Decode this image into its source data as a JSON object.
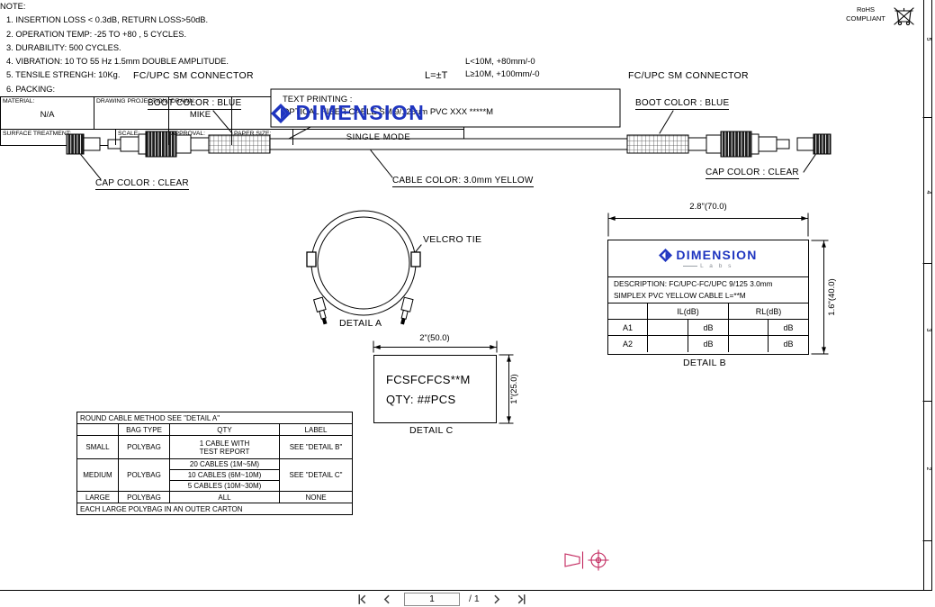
{
  "colors": {
    "logo_blue": "#1f35c0",
    "projection_red": "#c2255c"
  },
  "sheet": {
    "rohs_line1": "RoHS",
    "rohs_line2": "COMPLIANT",
    "zones": [
      "5",
      "4",
      "3",
      "2"
    ]
  },
  "assembly": {
    "connector_left": "FC/UPC SM CONNECTOR",
    "connector_right": "FC/UPC SM CONNECTOR",
    "boot_left": "BOOT COLOR : BLUE",
    "boot_right": "BOOT COLOR : BLUE",
    "cap_left": "CAP COLOR : CLEAR",
    "cap_right": "CAP COLOR : CLEAR",
    "length": "L=±T",
    "tol1": "L<10M, +80mm/-0",
    "tol2": "L≥10M, +100mm/-0",
    "print1": "TEXT PRINTING :",
    "print2": "OPTICAL FIBER CABLE SM  9/125um  PVC  XXX  *****M",
    "cable_color": "CABLE COLOR: 3.0mm YELLOW"
  },
  "detail_a": {
    "velcro": "VELCRO TIE",
    "caption": "DETAIL A"
  },
  "detail_b": {
    "dim_width": "2.8\"(70.0)",
    "dim_height": "1.6\"(40.0)",
    "logo": "DIMENSION",
    "logo_sub": "L a b s",
    "desc_line1": "DESCRIPTION: FC/UPC-FC/UPC 9/125 3.0mm",
    "desc_line2": "SIMPLEX PVC  YELLOW  CABLE  L=**M",
    "col_il": "IL(dB)",
    "col_rl": "RL(dB)",
    "row1_id": "A1",
    "row2_id": "A2",
    "unit": "dB",
    "caption": "DETAIL B"
  },
  "detail_c": {
    "dim_width": "2\"(50.0)",
    "dim_height": "1\"(25.0)",
    "line1": "FCSFCFCS**M",
    "line2": "QTY: ##PCS",
    "caption": "DETAIL C"
  },
  "notes": {
    "title": "NOTE:",
    "items": [
      "1. INSERTION LOSS < 0.3dB, RETURN LOSS>50dB.",
      "2. OPERATION TEMP: -25  TO +80 , 5 CYCLES.",
      "3. DURABILITY: 500 CYCLES.",
      "4. VIBRATION: 10 TO 55 Hz 1.5mm DOUBLE AMPLITUDE.",
      "5. TENSILE STRENGH: 10Kg.",
      "6. PACKING:"
    ]
  },
  "packing": {
    "title": "ROUND CABLE METHOD SEE \"DETAIL A\"",
    "col_bag": "BAG TYPE",
    "col_qty": "QTY",
    "col_label": "LABEL",
    "small": {
      "size": "SMALL",
      "bag": "POLYBAG",
      "qty_line1": "1 CABLE WITH",
      "qty_line2": "TEST REPORT",
      "label": "SEE \"DETAIL B\""
    },
    "medium": {
      "size": "MEDIUM",
      "bag": "POLYBAG",
      "qty1": "20 CABLES (1M~5M)",
      "qty2": "10 CABLES (6M~10M)",
      "qty3": "5 CABLES (10M~30M)",
      "label": "SEE \"DETAIL C\""
    },
    "large": {
      "size": "LARGE",
      "bag": "POLYBAG",
      "qty": "ALL",
      "label": "NONE"
    },
    "footer": "EACH LARGE POLYBAG IN AN OUTER CARTON"
  },
  "title_block": {
    "material_label": "MATERIAL:",
    "material_value": "N/A",
    "projection_label": "DRAWING PROJECTION:",
    "drawn_label": "DRAWN:",
    "drawn_value": "MIKE",
    "surface_label": "SURFACE TREATMENT:",
    "scale_label": "SCALE:",
    "approval_label": "APPROVAL:",
    "paper_label": "PAPER SIZE:",
    "title_value": "SINGLE MODE",
    "logo": "DIMENSION"
  },
  "viewer": {
    "page_current": "1",
    "page_indicator": "/ 1"
  }
}
